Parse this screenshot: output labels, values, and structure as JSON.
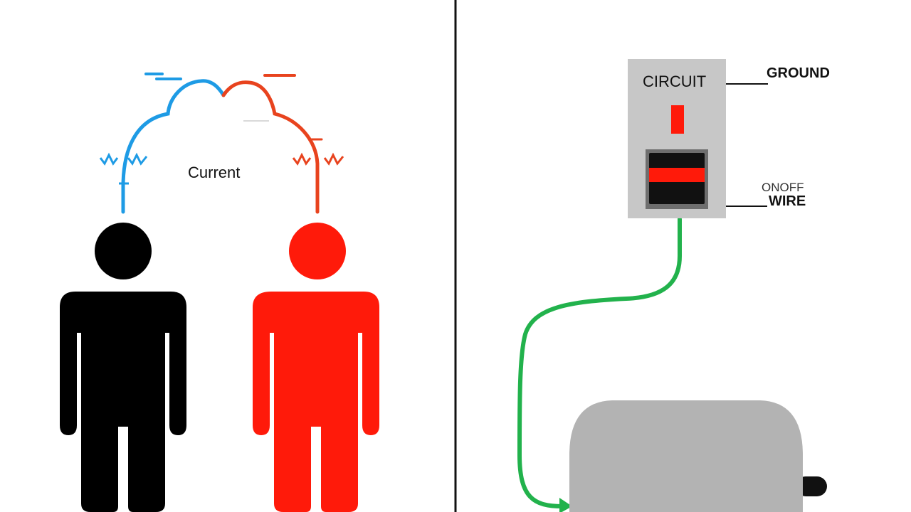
{
  "left_panel": {
    "current_label": "Current",
    "figures": [
      "black-person",
      "red-person"
    ]
  },
  "right_panel": {
    "circuit_label": "CIRCUIT",
    "ground_label": "GROUND",
    "switch_label": "ONOFF",
    "wire_label": "WIRE"
  },
  "colors": {
    "person_left": "#000000",
    "person_right": "#ff1a0a",
    "current_left": "#1e9be5",
    "current_right": "#e8431e",
    "ground_wire": "#22b24c",
    "breaker_box": "#c7c7c7",
    "appliance": "#b3b3b3",
    "divider": "#111111"
  },
  "icons": {
    "left_person": "person-icon",
    "right_person": "person-icon",
    "breaker": "breaker-switch-icon",
    "appliance": "appliance-icon"
  }
}
